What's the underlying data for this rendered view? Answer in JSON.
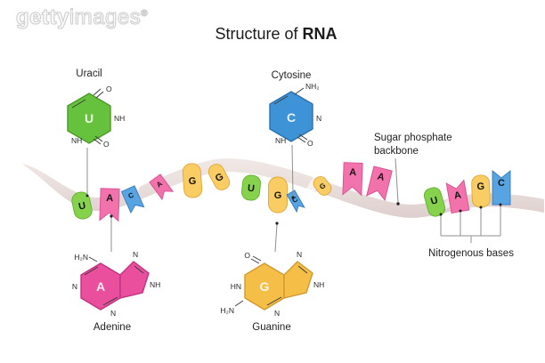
{
  "watermark": {
    "brand_bold": "getty",
    "brand_light": "images",
    "registered": "®"
  },
  "title": {
    "text_regular": "Structure of",
    "text_bold": "RNA"
  },
  "annotations": {
    "uracil": "Uracil",
    "cytosine": "Cytosine",
    "adenine": "Adenine",
    "guanine": "Guanine",
    "sugar_phosphate": [
      "Sugar phosphate",
      "backbone"
    ],
    "nitrogenous": "Nitrogenous bases"
  },
  "molecules": {
    "uracil": {
      "letter": "U",
      "substituents": {
        "top_right": "O",
        "right": "NH",
        "bottom_right": "O",
        "bottom_left": "NH"
      }
    },
    "cytosine": {
      "letter": "C",
      "substituents": {
        "top_right": "NH₂",
        "right": "N",
        "bottom_right": "O",
        "bottom_left": "NH"
      }
    },
    "adenine": {
      "letter": "A",
      "substituents": {
        "top_left": "H₂N",
        "left": "N",
        "bottom": "N",
        "pentagon_top": "N",
        "pentagon_right": "NH"
      }
    },
    "guanine": {
      "letter": "G",
      "substituents": {
        "top_left": "O",
        "left": "HN",
        "bottom_left": "H₂N",
        "bottom": "N",
        "pentagon_top": "N",
        "pentagon_right": "NH"
      }
    }
  },
  "strand": {
    "sequence": "U A C A G G U G C G A A U A G C",
    "bases": [
      {
        "letter": "U"
      },
      {
        "letter": "A"
      },
      {
        "letter": "C"
      },
      {
        "letter": "A"
      },
      {
        "letter": "G"
      },
      {
        "letter": "G"
      },
      {
        "letter": "U"
      },
      {
        "letter": "G"
      },
      {
        "letter": "C"
      },
      {
        "letter": "G"
      },
      {
        "letter": "A"
      },
      {
        "letter": "A"
      },
      {
        "letter": "U"
      },
      {
        "letter": "A"
      },
      {
        "letter": "G"
      },
      {
        "letter": "C"
      }
    ]
  },
  "colors": {
    "uracil_green": "#66c23c",
    "cytosine_blue": "#3e92d6",
    "adenine_pink": "#e94f9c",
    "guanine_yellow": "#f5be47",
    "base_green": "#86d24d",
    "base_pink": "#f272ab",
    "base_blue": "#58a4e2",
    "base_yellow": "#f9cd63",
    "ribbon": "#e7dcda"
  }
}
